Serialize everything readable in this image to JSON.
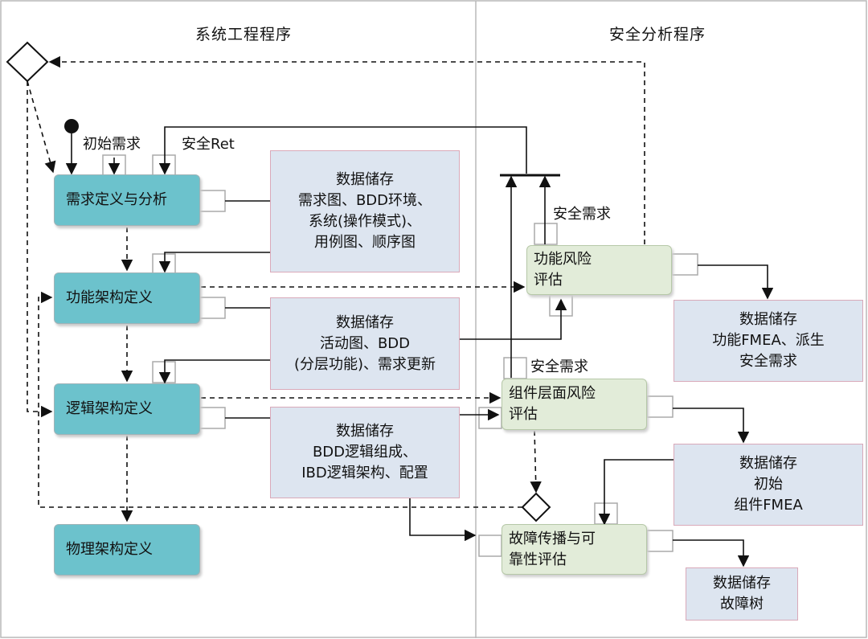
{
  "lanes": {
    "left_title": "系统工程程序",
    "right_title": "安全分析程序"
  },
  "process_boxes": {
    "req": "需求定义与分析",
    "func_arch": "功能架构定义",
    "logic_arch": "逻辑架构定义",
    "phys_arch": "物理架构定义"
  },
  "safety_boxes": {
    "func_risk": [
      "功能风险",
      "评估"
    ],
    "comp_risk": [
      "组件层面风险",
      "评估"
    ],
    "fault_prop": [
      "故障传播与可",
      "靠性评估"
    ]
  },
  "data_stores": {
    "store1": [
      "数据储存",
      "需求图、BDD环境、",
      "系统(操作模式)、",
      "用例图、顺序图"
    ],
    "store2": [
      "数据储存",
      "活动图、BDD",
      "(分层功能)、需求更新"
    ],
    "store3": [
      "数据储存",
      "BDD逻辑组成、",
      "IBD逻辑架构、配置"
    ],
    "store4": [
      "数据储存",
      "功能FMEA、派生",
      "安全需求"
    ],
    "store5": [
      "数据储存",
      "初始",
      "组件FMEA"
    ],
    "store6": [
      "数据储存",
      "故障树"
    ]
  },
  "labels": {
    "initial_req": "初始需求",
    "safety_ret": "安全Ret",
    "safety_req_1": "安全需求",
    "safety_req_2": "安全需求"
  }
}
